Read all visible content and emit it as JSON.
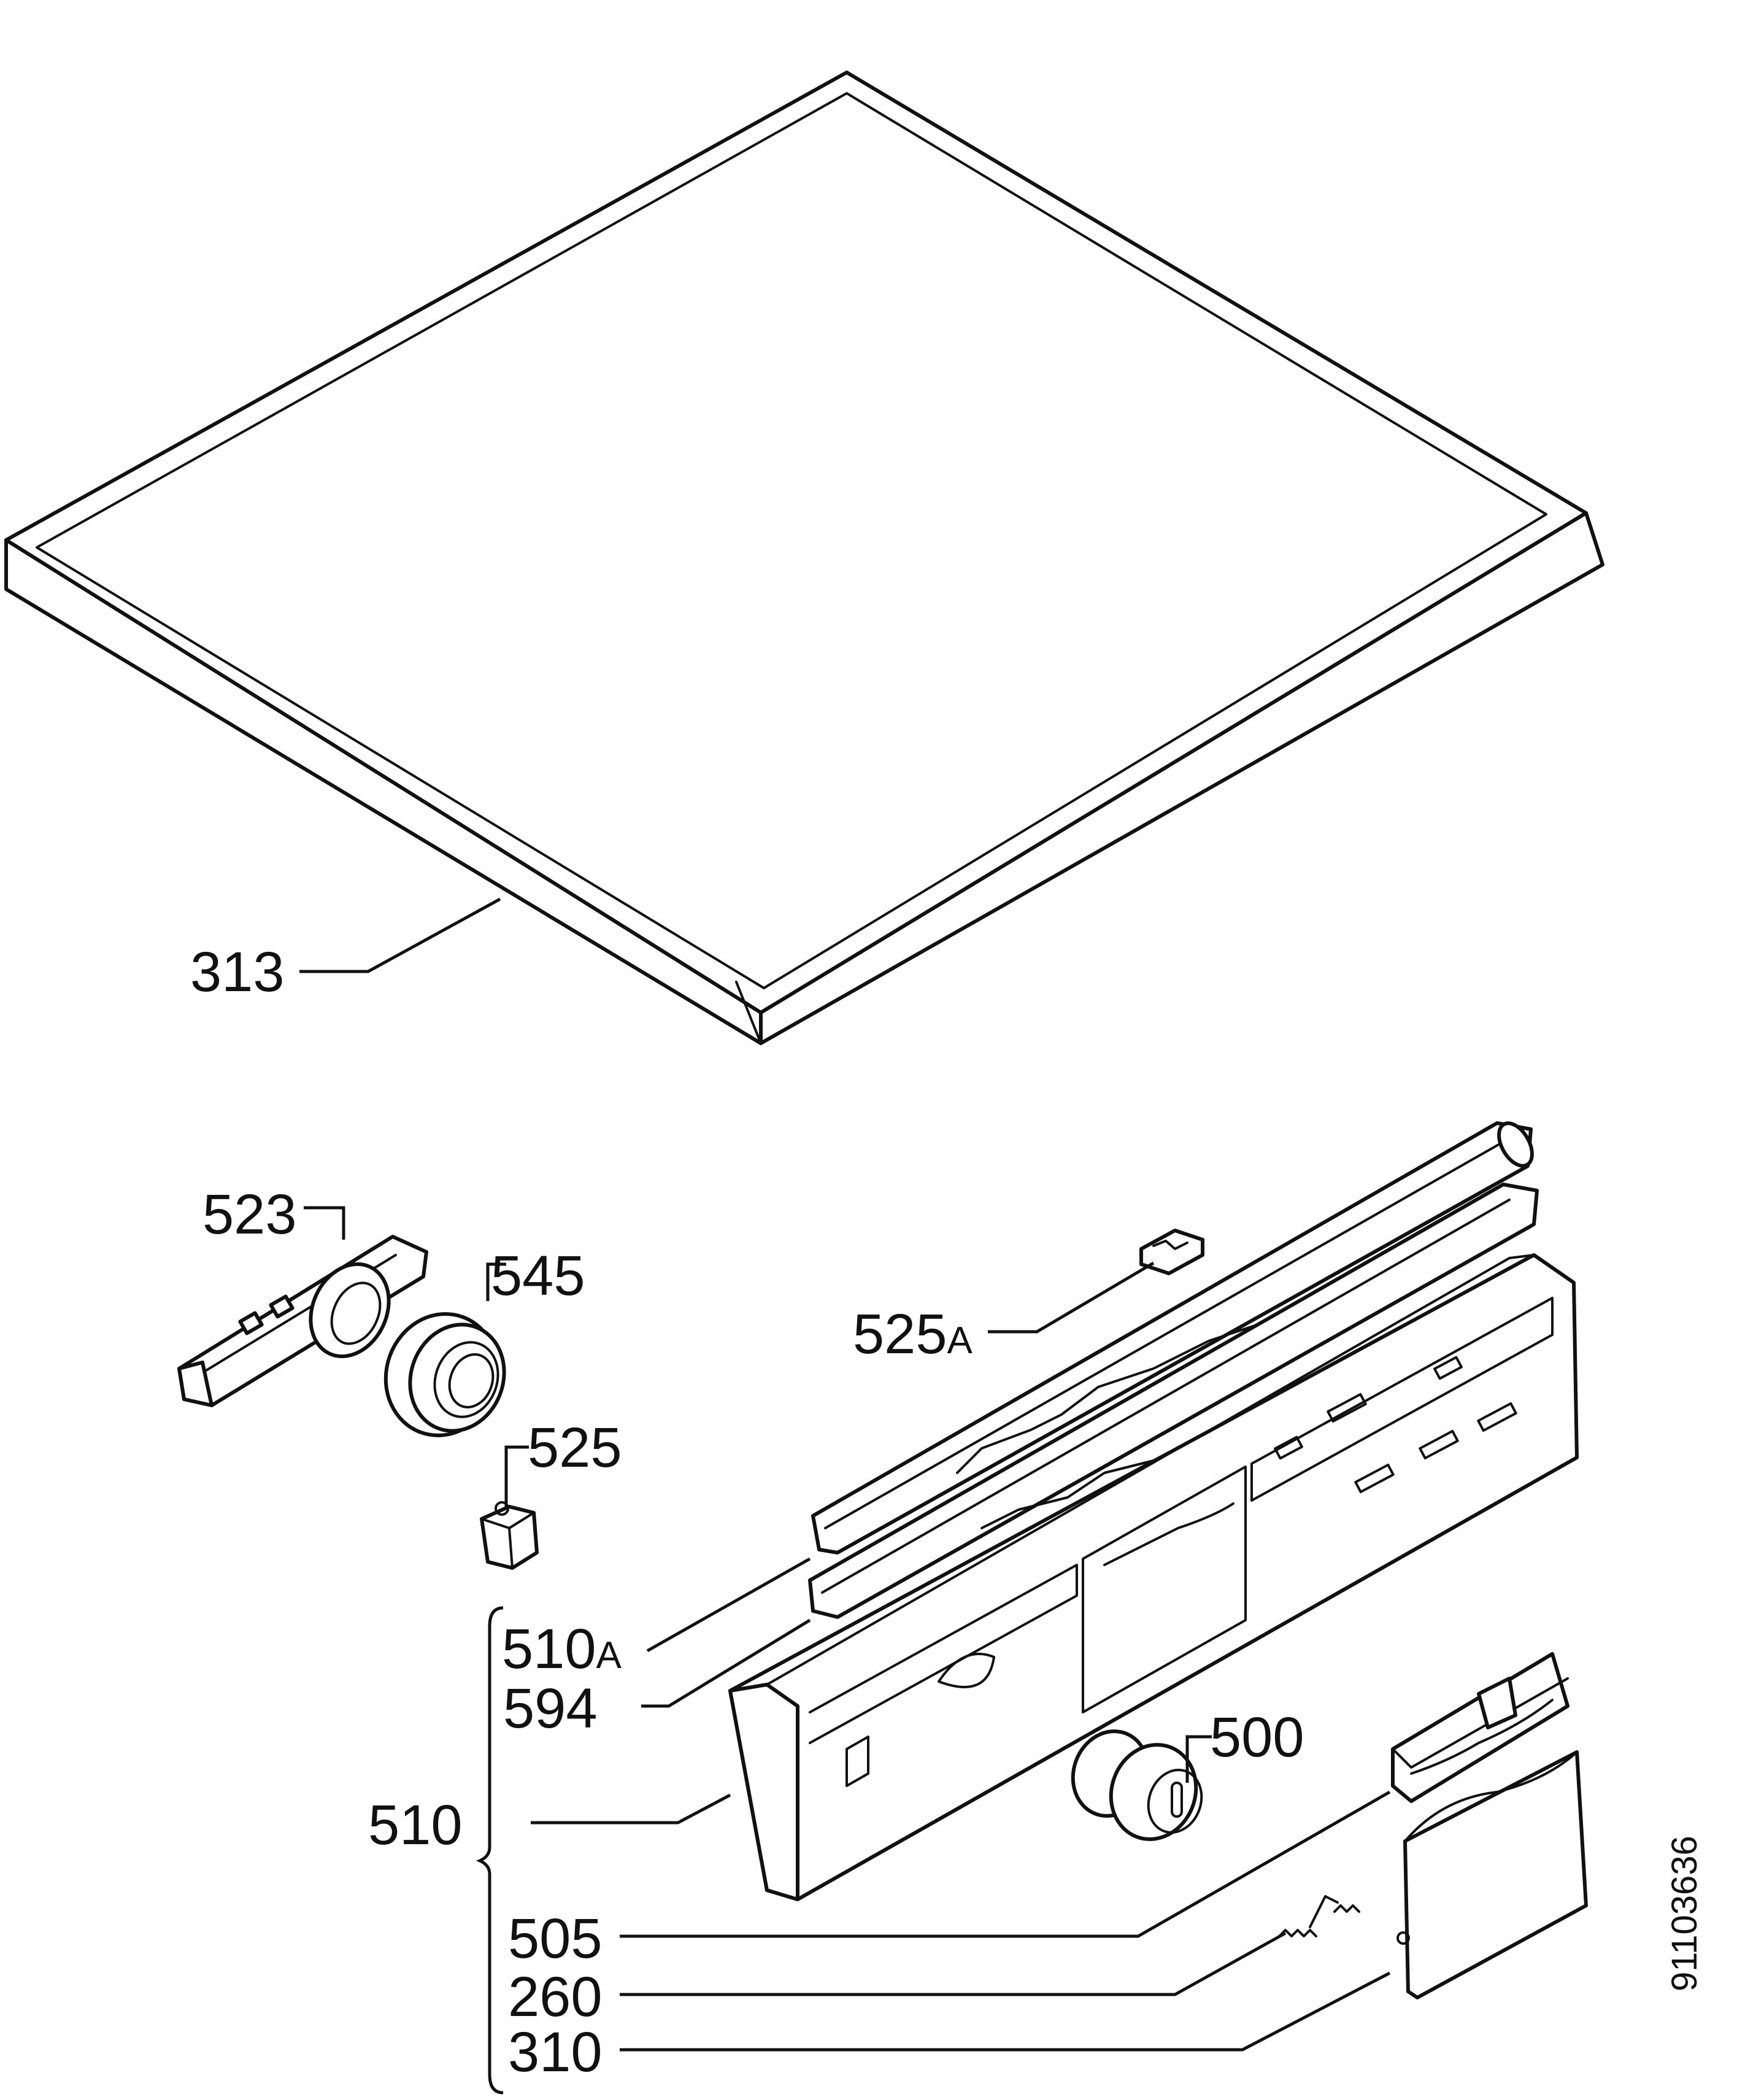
{
  "parts": {
    "p313": "313",
    "p523": "523",
    "p545": "545",
    "p525": "525",
    "p525a_num": "525",
    "p525a_suffix": "A",
    "p510a_num": "510",
    "p510a_suffix": "A",
    "p594": "594",
    "p500": "500",
    "p510": "510",
    "p505": "505",
    "p260": "260",
    "p310": "310"
  },
  "reference_number": "91103636"
}
